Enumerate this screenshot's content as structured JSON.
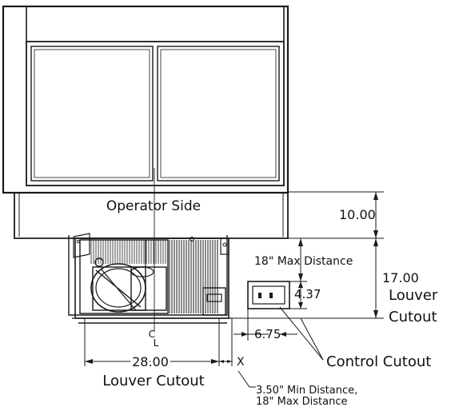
{
  "labels": {
    "operator_side": "Operator Side",
    "dim_top": "10.00",
    "max_distance_1": "18\" Max Distance",
    "dim_right_value": "17.00",
    "louver_right_1": "Louver",
    "louver_right_2": "Cutout",
    "dim_control": "4.37",
    "dim_offset": "6.75",
    "control_cutout": "Control Cutout",
    "dim_width": "28.00",
    "dim_x": "X",
    "louver_bottom": "Louver Cutout",
    "centerline_c": "C",
    "centerline_l": "L",
    "min_distance": "3.50\" Min Distance,",
    "max_distance_2": "18\" Max Distance"
  }
}
